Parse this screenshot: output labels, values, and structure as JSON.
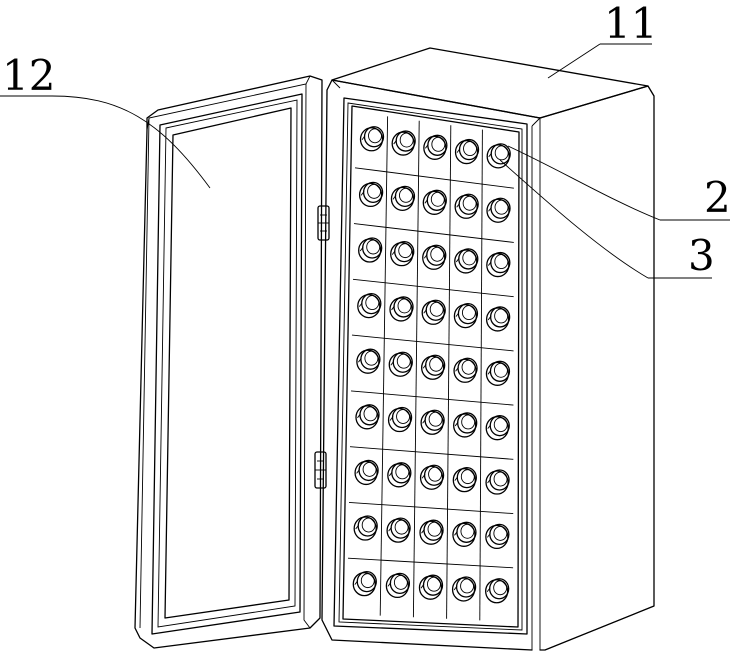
{
  "labels": {
    "cabinet_body": "11",
    "door": "12",
    "inner_panel": "2",
    "knob": "3"
  },
  "grid": {
    "rows": 9,
    "columns": 5
  },
  "line_color": "#000000",
  "background": "#ffffff"
}
